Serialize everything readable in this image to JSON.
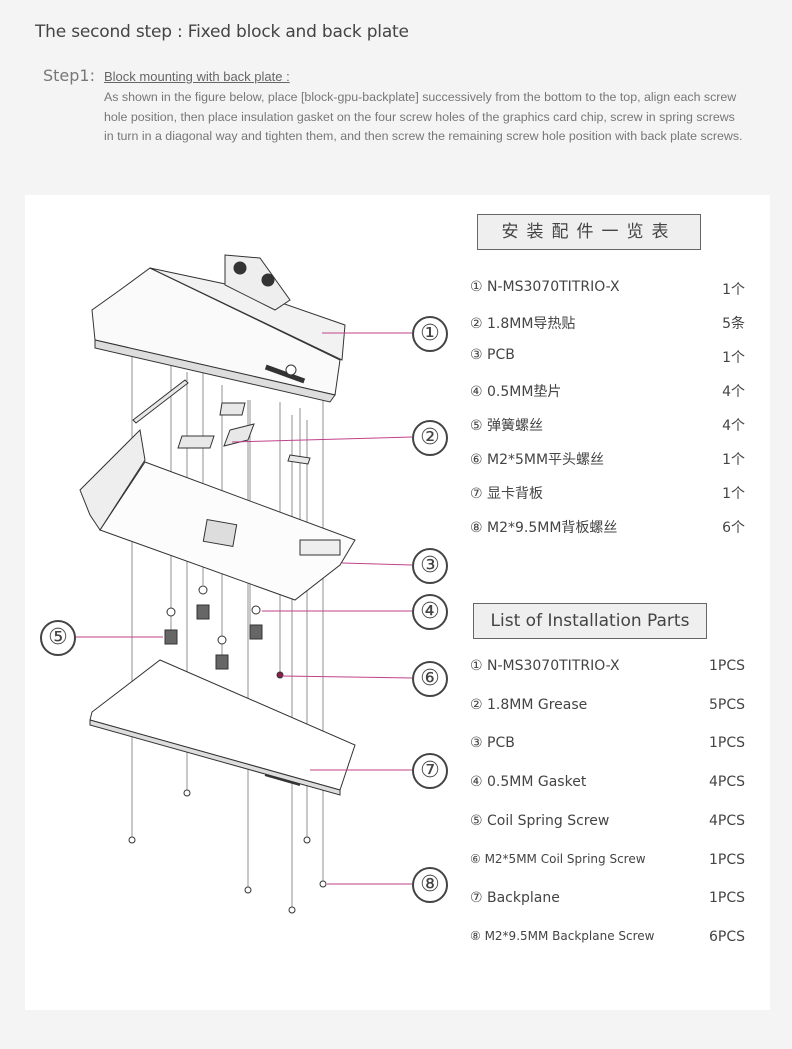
{
  "header": {
    "title": "The second step : Fixed block and back plate",
    "step_label": "Step1:",
    "step_heading": "Block mounting with back plate :",
    "step_body": "As shown in the figure below, place [block-gpu-backplate] successively from the bottom to the top, align each screw hole position, then place insulation gasket on the four screw holes of the graphics card chip, screw in spring screws in turn in a diagonal way and tighten them, and then screw the remaining screw hole position with back plate screws."
  },
  "diagram": {
    "callouts": [
      "①",
      "②",
      "③",
      "④",
      "⑤",
      "⑥",
      "⑦",
      "⑧"
    ],
    "leader_color": "#c0428a"
  },
  "cn_table": {
    "title": "安装配件一览表",
    "rows": [
      {
        "name": "① N-MS3070TITRIO-X",
        "qty": "1个"
      },
      {
        "name": "② 1.8MM导热贴",
        "qty": "5条"
      },
      {
        "name": "③ PCB",
        "qty": "1个"
      },
      {
        "name": "④ 0.5MM垫片",
        "qty": "4个"
      },
      {
        "name": "⑤ 弹簧螺丝",
        "qty": "4个"
      },
      {
        "name": "⑥ M2*5MM平头螺丝",
        "qty": "1个"
      },
      {
        "name": "⑦ 显卡背板",
        "qty": "1个"
      },
      {
        "name": "⑧ M2*9.5MM背板螺丝",
        "qty": "6个"
      }
    ]
  },
  "en_table": {
    "title": "List of Installation Parts",
    "rows": [
      {
        "name": "① N-MS3070TITRIO-X",
        "qty": "1PCS"
      },
      {
        "name": "② 1.8MM Grease",
        "qty": "5PCS"
      },
      {
        "name": "③ PCB",
        "qty": "1PCS"
      },
      {
        "name": "④ 0.5MM  Gasket",
        "qty": "4PCS"
      },
      {
        "name": "⑤ Coil Spring Screw",
        "qty": "4PCS"
      },
      {
        "name": "⑥ M2*5MM Coil Spring Screw",
        "qty": "1PCS"
      },
      {
        "name": "⑦ Backplane",
        "qty": "1PCS"
      },
      {
        "name": "⑧ M2*9.5MM Backplane Screw",
        "qty": "6PCS"
      }
    ]
  }
}
